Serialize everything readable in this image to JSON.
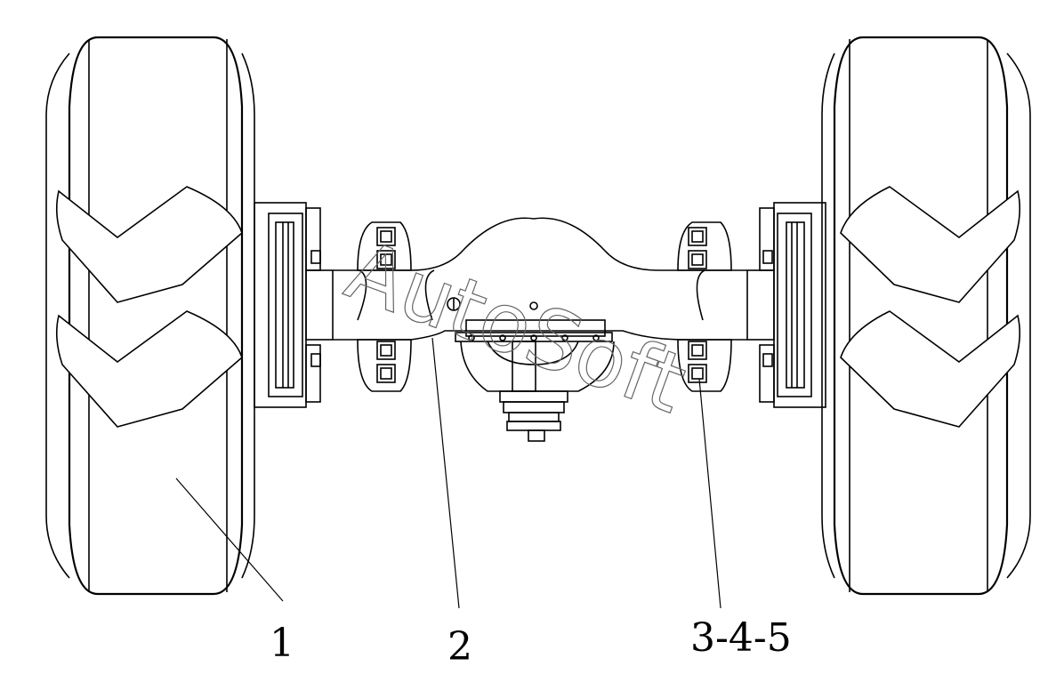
{
  "diagram": {
    "callouts": [
      {
        "id": "wheel",
        "label": "1"
      },
      {
        "id": "axle-housing",
        "label": "2"
      },
      {
        "id": "u-bolt-assembly",
        "label": "3-4-5"
      }
    ],
    "watermark": "AutoSoft"
  }
}
